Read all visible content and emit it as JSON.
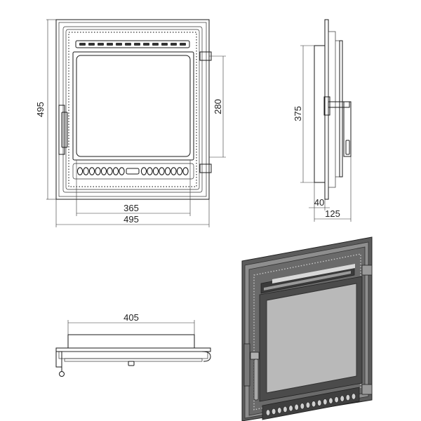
{
  "dimensions": {
    "front_height": "495",
    "glass_height": "280",
    "glass_width": "365",
    "front_width": "495",
    "side_height": "375",
    "side_depth_small": "40",
    "side_depth_total": "125",
    "top_width": "405"
  },
  "colors": {
    "line": "#1a1a1a",
    "metal_dark": "#4a4a4a",
    "metal_mid": "#8a8a8a",
    "metal_light": "#c8c8c8",
    "glass": "#b9b9b9"
  }
}
